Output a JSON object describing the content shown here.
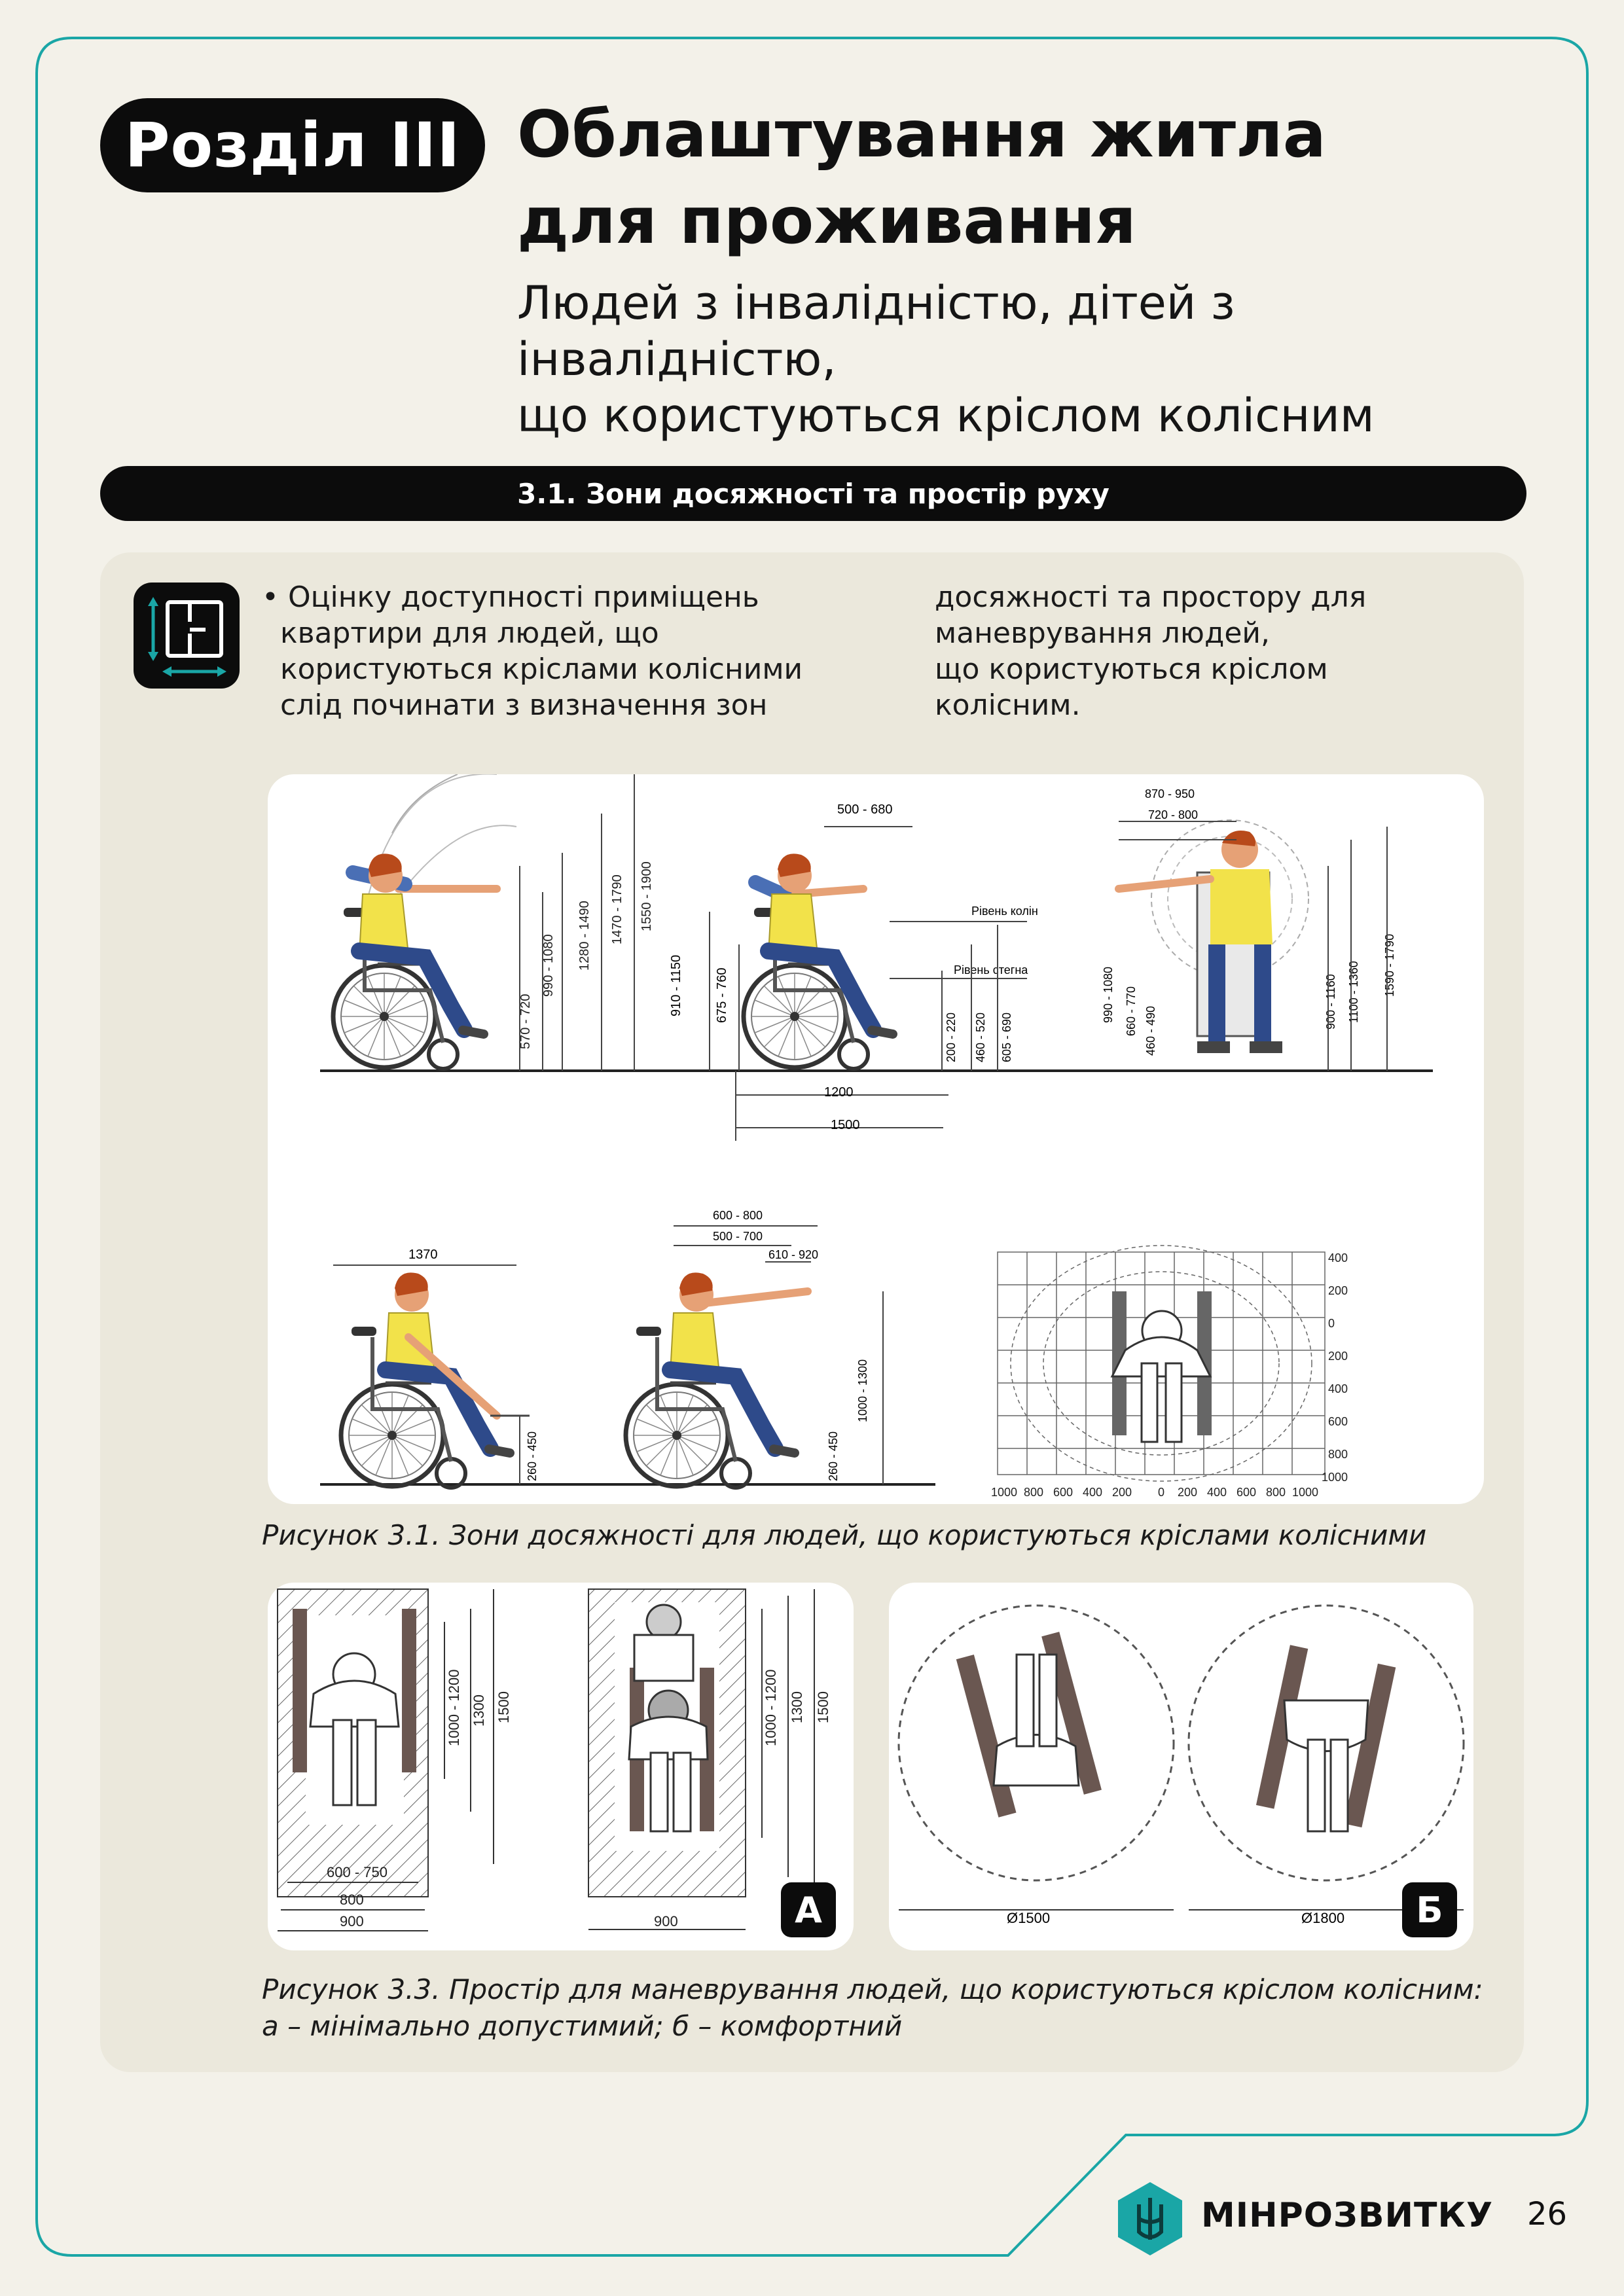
{
  "section_badge": "Розділ ІІІ",
  "title_line1": "Облаштування житла",
  "title_line2": "для проживання",
  "subtitle_line1": "Людей з інвалідністю, дітей з інвалідністю,",
  "subtitle_line2": "що користуються кріслом колісним",
  "section_bar": "3.1. Зони досяжності та простір руху",
  "intro": {
    "col1": [
      "• Оцінку доступності приміщень",
      "квартири для людей, що",
      "користуються кріслами колісними",
      "слід починати з визначення зон"
    ],
    "col2": [
      "досяжності та простору для",
      "маневрування людей,",
      "що користуються кріслом",
      "колісним."
    ]
  },
  "figure1": {
    "caption": "Рисунок 3.1. Зони досяжності для людей, що користуються кріслами колісними",
    "dims": {
      "d1": "570 - 720",
      "d2": "990 - 1080",
      "d3": "1280 - 1490",
      "d4": "1470 - 1790",
      "d5": "1550 - 1900",
      "d6": "500 - 680",
      "d7": "910 - 1150",
      "d8": "675 - 760",
      "d9": "200 - 220",
      "d10": "460 - 520",
      "d11": "605 - 690",
      "d12": "1200",
      "d13": "1500",
      "knees": "Рівень колін",
      "hips": "Рівень стегна",
      "d14": "870 - 950",
      "d15": "720 - 800",
      "d16": "990 - 1080",
      "d17": "660 - 770",
      "d18": "460 - 490",
      "d19": "900 - 1160",
      "d20": "1100 - 1360",
      "d21": "1590 - 1790",
      "d22": "1370",
      "d23": "260 - 450",
      "d24": "600 - 800",
      "d25": "500 - 700",
      "d26": "610 - 920",
      "d27": "1000 - 1300",
      "d28": "260 - 450"
    },
    "grid_y": [
      "400",
      "200",
      "0",
      "200",
      "400",
      "600",
      "800",
      "1000"
    ],
    "grid_x": [
      "1000",
      "800",
      "600",
      "400",
      "200",
      "0",
      "200",
      "400",
      "600",
      "800",
      "1000"
    ]
  },
  "figure3": {
    "caption_line1": "Рисунок 3.3. Простір для маневрування людей, що користуються кріслом колісним:",
    "caption_line2": "а – мінімально допустимий; б – комфортний",
    "a": {
      "tag": "А",
      "w1": "600 - 750",
      "w2": "800",
      "w3": "900",
      "h1": "1000 - 1200",
      "h2": "1300",
      "h3": "1500",
      "w4": "900",
      "h4": "1000 - 1200",
      "h5": "1300",
      "h6": "1500"
    },
    "b": {
      "tag": "Б",
      "d1": "Ø1500",
      "d2": "Ø1800"
    }
  },
  "footer": {
    "brand": "МІНРОЗВИТКУ",
    "page": "26"
  },
  "colors": {
    "accent": "#1aa6a6",
    "background": "#f3f1e9",
    "panel": "#ebe8dc",
    "ink": "#0c0c0c",
    "shirt": "#f2e24a",
    "sleeve": "#4a6fb5",
    "hair": "#b84a1b"
  }
}
